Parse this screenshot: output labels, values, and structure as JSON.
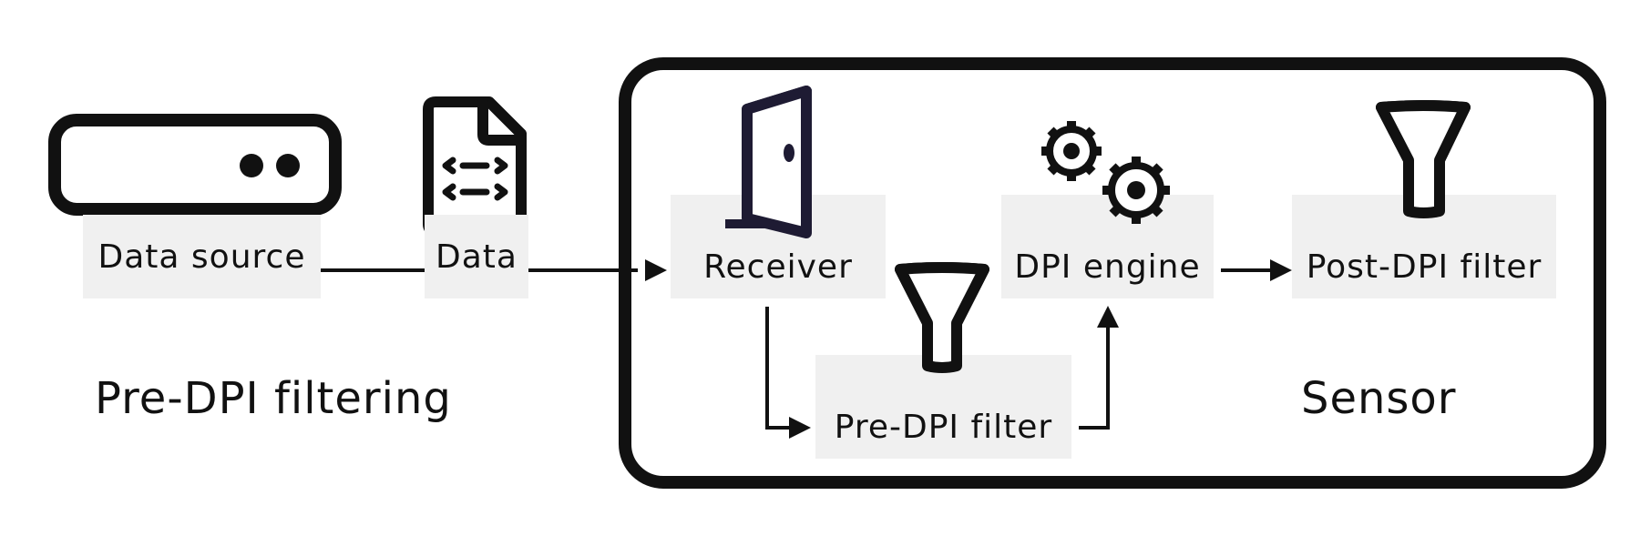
{
  "diagram": {
    "nodes": {
      "data_source": "Data source",
      "data": "Data",
      "receiver": "Receiver",
      "pre_dpi_filter": "Pre-DPI filter",
      "dpi_engine": "DPI engine",
      "post_dpi_filter": "Post-DPI filter"
    },
    "captions": {
      "left": "Pre-DPI filtering",
      "sensor": "Sensor"
    },
    "icons": {
      "data_source": "server-icon",
      "data": "code-file-icon",
      "receiver": "door-icon",
      "pre_dpi_filter": "funnel-icon",
      "dpi_engine": "gears-icon",
      "post_dpi_filter": "funnel-icon"
    },
    "colors": {
      "stroke": "#111111",
      "door": "#1e1b33",
      "label_bg": "#f0f0f0"
    }
  }
}
